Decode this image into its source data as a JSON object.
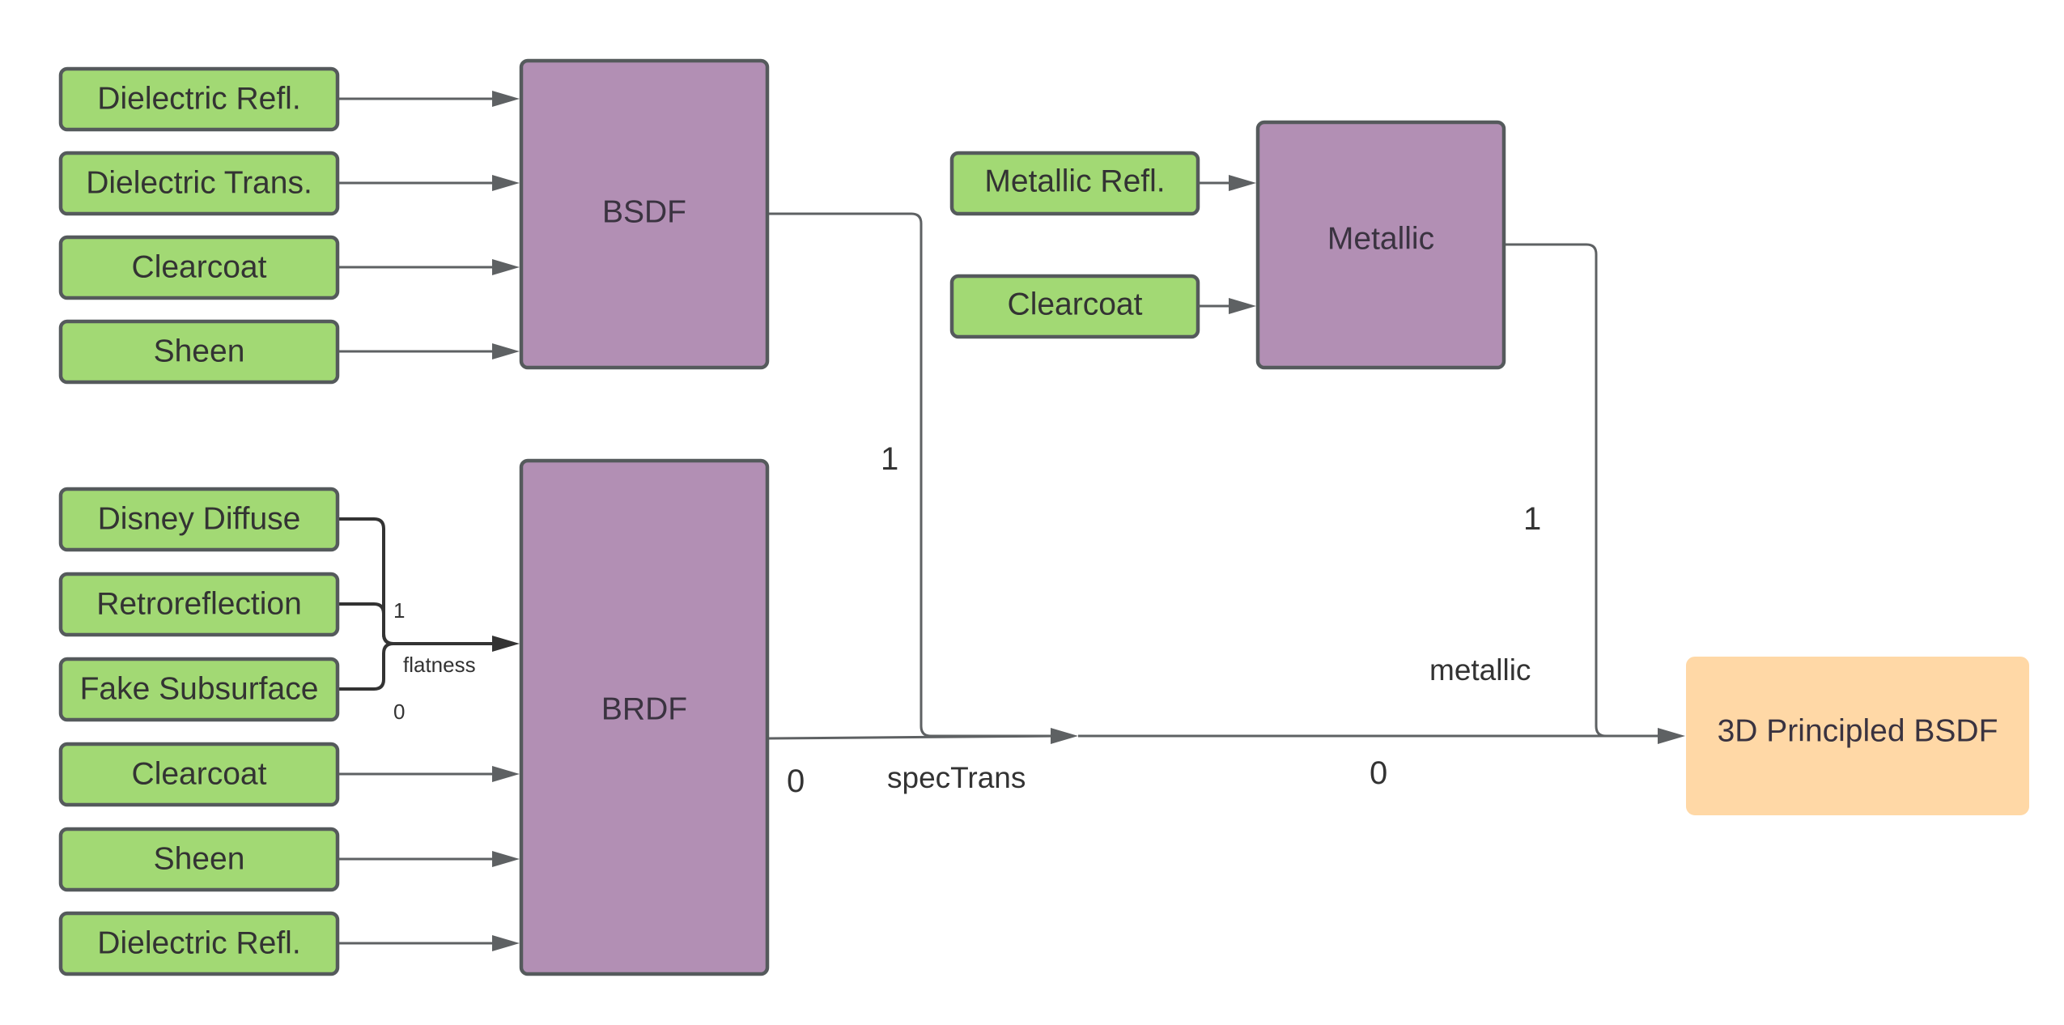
{
  "diagram": {
    "inputs": {
      "dielectric_refl_top": "Dielectric Refl.",
      "dielectric_trans": "Dielectric Trans.",
      "clearcoat_top": "Clearcoat",
      "sheen_top": "Sheen",
      "disney_diffuse": "Disney Diffuse",
      "retroreflection": "Retroreflection",
      "fake_subsurface": "Fake Subsurface",
      "clearcoat_bottom": "Clearcoat",
      "sheen_bottom": "Sheen",
      "dielectric_refl_bottom": "Dielectric Refl.",
      "metallic_refl": "Metallic Refl.",
      "clearcoat_metallic": "Clearcoat"
    },
    "blocks": {
      "bsdf": "BSDF",
      "brdf": "BRDF",
      "metallic": "Metallic"
    },
    "output": "3D Principled BSDF",
    "edge_labels": {
      "flatness_one": "1",
      "flatness": "flatness",
      "flatness_zero": "0",
      "spectrans_one": "1",
      "spectrans_zero": "0",
      "spectrans": "specTrans",
      "metallic_one": "1",
      "metallic": "metallic",
      "metallic_zero": "0"
    },
    "colors": {
      "input_fill": "#a2d974",
      "block_fill": "#b28fb4",
      "output_fill": "#ffd8a6",
      "stroke": "#555a5c",
      "edge": "#5e6163"
    }
  }
}
